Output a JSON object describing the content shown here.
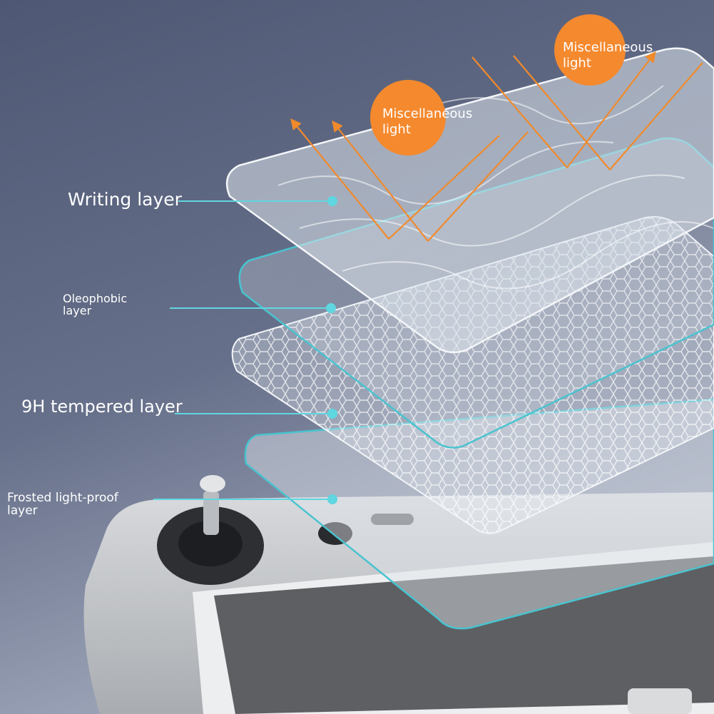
{
  "layers": [
    {
      "id": "writing",
      "lines": [
        "Writing layer"
      ]
    },
    {
      "id": "oleophobic",
      "lines": [
        "Oleophobic",
        "layer"
      ]
    },
    {
      "id": "tempered",
      "lines": [
        "9H tempered layer"
      ]
    },
    {
      "id": "frosted",
      "lines": [
        "Frosted light-proof",
        "layer"
      ]
    }
  ],
  "badges": [
    {
      "lines": [
        "Miscellaneous",
        "light"
      ]
    },
    {
      "lines": [
        "Miscellaneous",
        "light"
      ]
    }
  ],
  "colors": {
    "background_top": "#4f5a74",
    "background_bottom": "#9aa3b8",
    "leader_line": "#5fd6e0",
    "light_ray": "#f08a2c",
    "badge": "#f5892e",
    "glass_edge": "#49c3cf",
    "controller_body": "#c7c9cc",
    "screen": "#5f6063"
  },
  "icons": [
    "joystick-icon",
    "arrow-up-icon"
  ]
}
